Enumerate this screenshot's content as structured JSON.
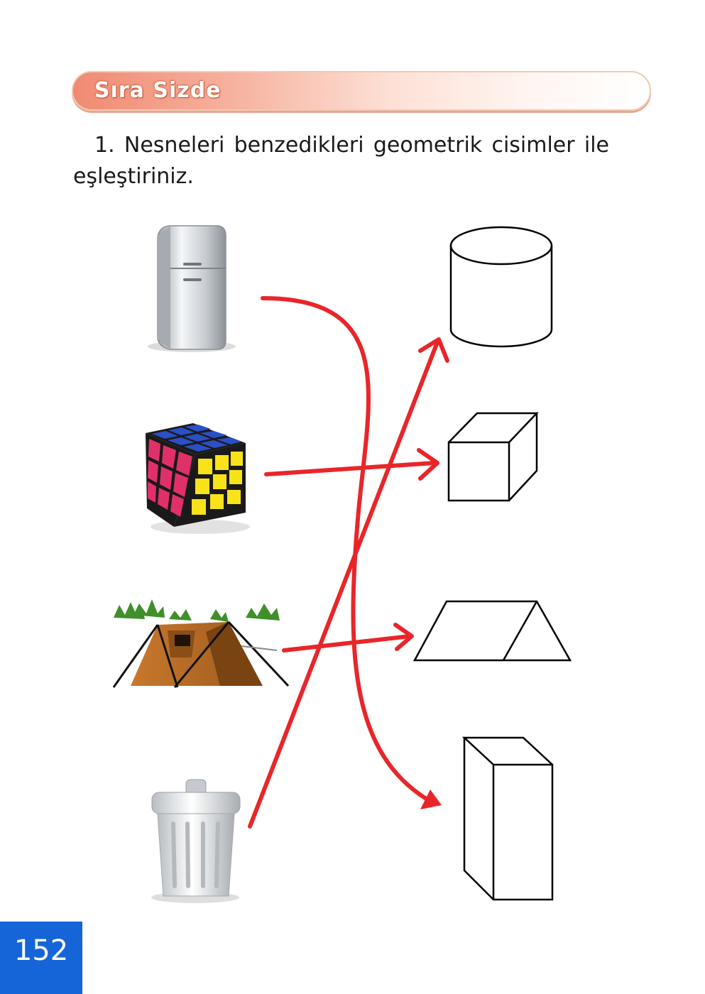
{
  "header": {
    "banner_title": "Sıra Sizde"
  },
  "question": {
    "text": "1. Nesneleri benzedikleri geometrik cisimler ile eşleştiriniz."
  },
  "objects": [
    "refrigerator",
    "rubiks-cube",
    "tent",
    "trash-can"
  ],
  "shapes": [
    "cylinder",
    "cube",
    "triangular-prism",
    "rectangular-prism"
  ],
  "matches": [
    {
      "object": "refrigerator",
      "shape": "rectangular-prism"
    },
    {
      "object": "rubiks-cube",
      "shape": "cube"
    },
    {
      "object": "tent",
      "shape": "triangular-prism"
    },
    {
      "object": "trash-can",
      "shape": "cylinder"
    }
  ],
  "colors": {
    "arrow": "#e8262a",
    "page_box": "#1565d8",
    "banner": "#f08a72"
  },
  "footer": {
    "page_number": "152"
  }
}
